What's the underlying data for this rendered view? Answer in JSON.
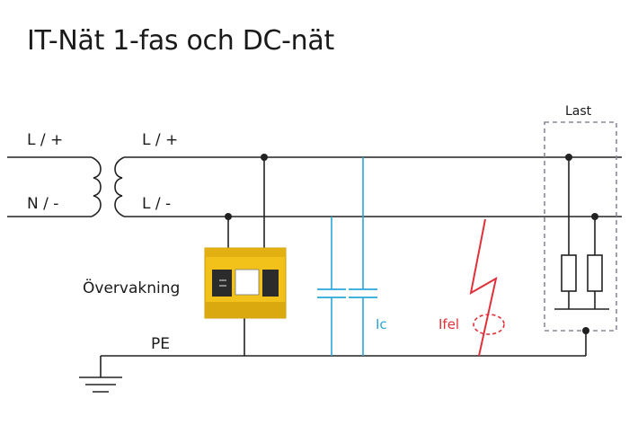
{
  "title": "IT-Nät 1-fas och DC-nät",
  "labels": {
    "primary_top": "L / +",
    "primary_bottom": "N / -",
    "secondary_top": "L / +",
    "secondary_bottom": "L / -",
    "monitor": "Övervakning",
    "pe": "PE",
    "ic": "Ic",
    "fault": "Ifel",
    "load": "Last"
  },
  "colors": {
    "wire": "#222222",
    "capacitor": "#2aa7d8",
    "fault": "#e0313a",
    "device": "#f2c21b",
    "load_box": "#8a8a9a"
  },
  "icons": {
    "transformer": "transformer-icon",
    "ground": "ground-icon",
    "monitor_device": "insulation-monitor-icon",
    "fault": "lightning-fault-icon"
  }
}
